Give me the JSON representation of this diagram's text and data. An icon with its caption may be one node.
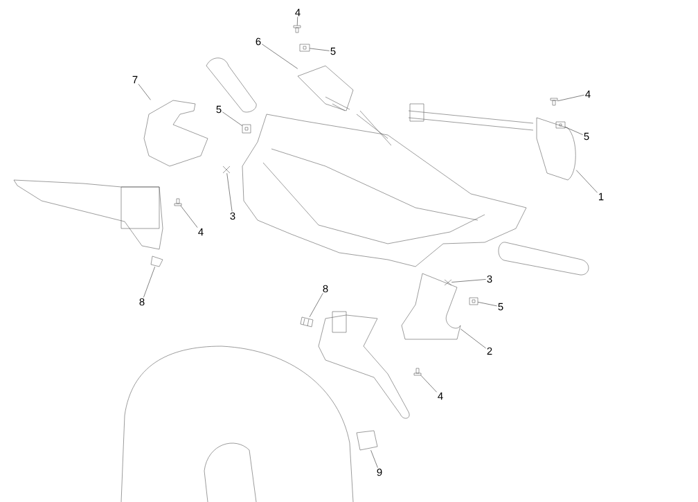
{
  "diagram": {
    "nodes": [
      {
        "text": [
          "4"
        ]
      },
      {
        "text": [
          "5"
        ]
      },
      {
        "text": [
          "6"
        ]
      },
      {
        "text": [
          "7"
        ]
      },
      {
        "text": [
          "5"
        ]
      },
      {
        "text": [
          "3"
        ]
      },
      {
        "text": [
          "4"
        ]
      },
      {
        "text": [
          "8"
        ]
      },
      {
        "text": [
          "4"
        ]
      },
      {
        "text": [
          "5"
        ]
      },
      {
        "text": [
          "1"
        ]
      },
      {
        "text": [
          "3"
        ]
      },
      {
        "text": [
          "5"
        ]
      },
      {
        "text": [
          "2"
        ]
      },
      {
        "text": [
          "4"
        ]
      },
      {
        "text": [
          "8"
        ]
      },
      {
        "text": [
          "9"
        ]
      },
      {
        "text": [],
        "shape": "picture"
      },
      {
        "text": [],
        "shape": "picture"
      },
      {
        "text": [],
        "shape": "picture"
      },
      {
        "text": [],
        "shape": "picture"
      },
      {
        "text": [],
        "shape": "picture"
      },
      {
        "text": [],
        "shape": "picture"
      },
      {
        "text": [],
        "shape": "picture"
      },
      {
        "text": [],
        "shape": "picture"
      },
      {
        "text": [],
        "shape": "picture"
      },
      {
        "text": [],
        "shape": "picture"
      },
      {
        "text": [],
        "shape": "picture"
      },
      {
        "text": [],
        "shape": "picture"
      },
      {
        "text": [],
        "shape": "picture"
      },
      {
        "text": [],
        "shape": "picture"
      },
      {
        "text": [],
        "shape": "picture"
      },
      {
        "text": [],
        "shape": "picture"
      },
      {
        "text": [],
        "shape": "picture"
      }
    ],
    "edges": [
      {
        "from": 0,
        "to": 17,
        "arrow": "none"
      },
      {
        "from": 1,
        "to": 18,
        "arrow": "none"
      },
      {
        "from": 2,
        "to": 19,
        "arrow": "none"
      },
      {
        "from": 3,
        "to": 20,
        "arrow": "none"
      },
      {
        "from": 4,
        "to": 21,
        "arrow": "none"
      },
      {
        "from": 5,
        "to": 22,
        "arrow": "none"
      },
      {
        "from": 6,
        "to": 23,
        "arrow": "none"
      },
      {
        "from": 7,
        "to": 24,
        "arrow": "none"
      },
      {
        "from": 8,
        "to": 25,
        "arrow": "none"
      },
      {
        "from": 9,
        "to": 26,
        "arrow": "none"
      },
      {
        "from": 10,
        "to": 27,
        "arrow": "none"
      },
      {
        "from": 11,
        "to": 28,
        "arrow": "none"
      },
      {
        "from": 12,
        "to": 29,
        "arrow": "none"
      },
      {
        "from": 13,
        "to": 30,
        "arrow": "none"
      },
      {
        "from": 14,
        "to": 31,
        "arrow": "none"
      },
      {
        "from": 15,
        "to": 32,
        "arrow": "none"
      },
      {
        "from": 16,
        "to": 33,
        "arrow": "none"
      }
    ]
  }
}
